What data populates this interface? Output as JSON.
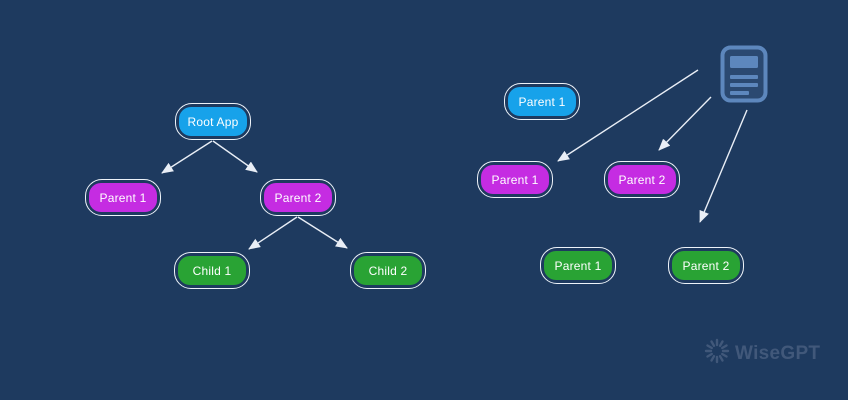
{
  "canvas": {
    "background": "#1e3a5f",
    "type": "flow-diagram"
  },
  "left_tree": {
    "nodes": [
      {
        "id": "root-app",
        "label": "Root App",
        "color": "#17a2ea"
      },
      {
        "id": "parent-1",
        "label": "Parent 1",
        "color": "#c52ce2"
      },
      {
        "id": "parent-2",
        "label": "Parent 2",
        "color": "#c52ce2"
      },
      {
        "id": "child-1",
        "label": "Child 1",
        "color": "#29a334"
      },
      {
        "id": "child-2",
        "label": "Child 2",
        "color": "#29a334"
      }
    ],
    "edges": [
      {
        "from": "root-app",
        "to": "parent-1"
      },
      {
        "from": "root-app",
        "to": "parent-2"
      },
      {
        "from": "parent-2",
        "to": "child-1"
      },
      {
        "from": "parent-2",
        "to": "child-2"
      }
    ]
  },
  "right_group": {
    "source_icon": "document-icon",
    "nodes": [
      {
        "id": "parent-1-blue",
        "label": "Parent 1",
        "color": "#17a2ea"
      },
      {
        "id": "parent-1-magenta",
        "label": "Parent 1",
        "color": "#c52ce2"
      },
      {
        "id": "parent-2-magenta",
        "label": "Parent 2",
        "color": "#c52ce2"
      },
      {
        "id": "parent-1-green",
        "label": "Parent 1",
        "color": "#29a334"
      },
      {
        "id": "parent-2-green",
        "label": "Parent 2",
        "color": "#29a334"
      }
    ],
    "edges": [
      {
        "from": "document-icon",
        "to": "parent-1-magenta"
      },
      {
        "from": "document-icon",
        "to": "parent-2-magenta"
      },
      {
        "from": "document-icon",
        "to": "parent-2-green"
      }
    ]
  },
  "watermark": {
    "brand": "WiseGPT",
    "icon": "wisegpt-logo-icon",
    "color": "#41587a"
  },
  "colors": {
    "background": "#1e3a5f",
    "node_blue": "#17a2ea",
    "node_magenta": "#c52ce2",
    "node_green": "#29a334",
    "node_ring": "#eef3f9",
    "edge": "#e9eef6",
    "doc_icon": "#5d87bd",
    "watermark": "#41587a"
  }
}
